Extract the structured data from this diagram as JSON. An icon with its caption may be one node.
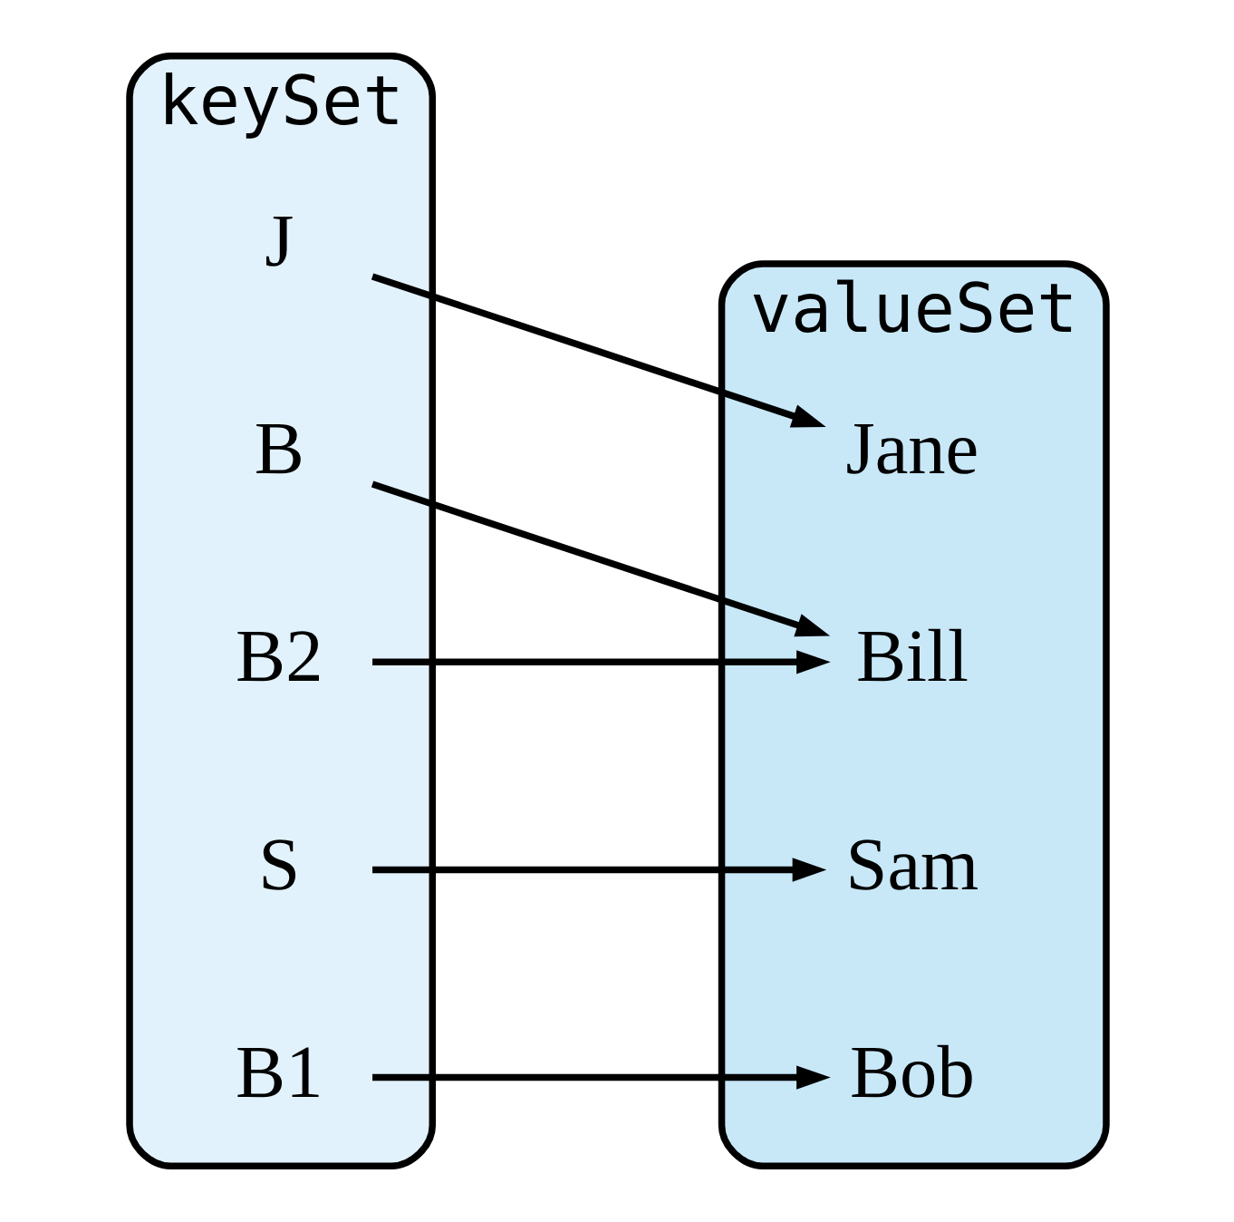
{
  "diagram": {
    "nodes": [
      {
        "text": [
          "keySet"
        ]
      },
      {
        "text": [
          "J"
        ],
        "in": 0
      },
      {
        "text": [
          "B"
        ],
        "in": 0
      },
      {
        "text": [
          "B2"
        ],
        "in": 0
      },
      {
        "text": [
          "S"
        ],
        "in": 0
      },
      {
        "text": [
          "B1"
        ],
        "in": 0
      },
      {
        "text": [
          "valueSet"
        ]
      },
      {
        "text": [
          "Jane"
        ],
        "in": 6
      },
      {
        "text": [
          "Bill"
        ],
        "in": 6
      },
      {
        "text": [
          "Sam"
        ],
        "in": 6
      },
      {
        "text": [
          "Bob"
        ],
        "in": 6
      }
    ],
    "edges": [
      {
        "from": 1,
        "to": 7,
        "arrow": "to"
      },
      {
        "from": 2,
        "to": 8,
        "arrow": "to"
      },
      {
        "from": 3,
        "to": 8,
        "arrow": "to"
      },
      {
        "from": 4,
        "to": 9,
        "arrow": "to"
      },
      {
        "from": 5,
        "to": 10,
        "arrow": "to"
      }
    ]
  }
}
